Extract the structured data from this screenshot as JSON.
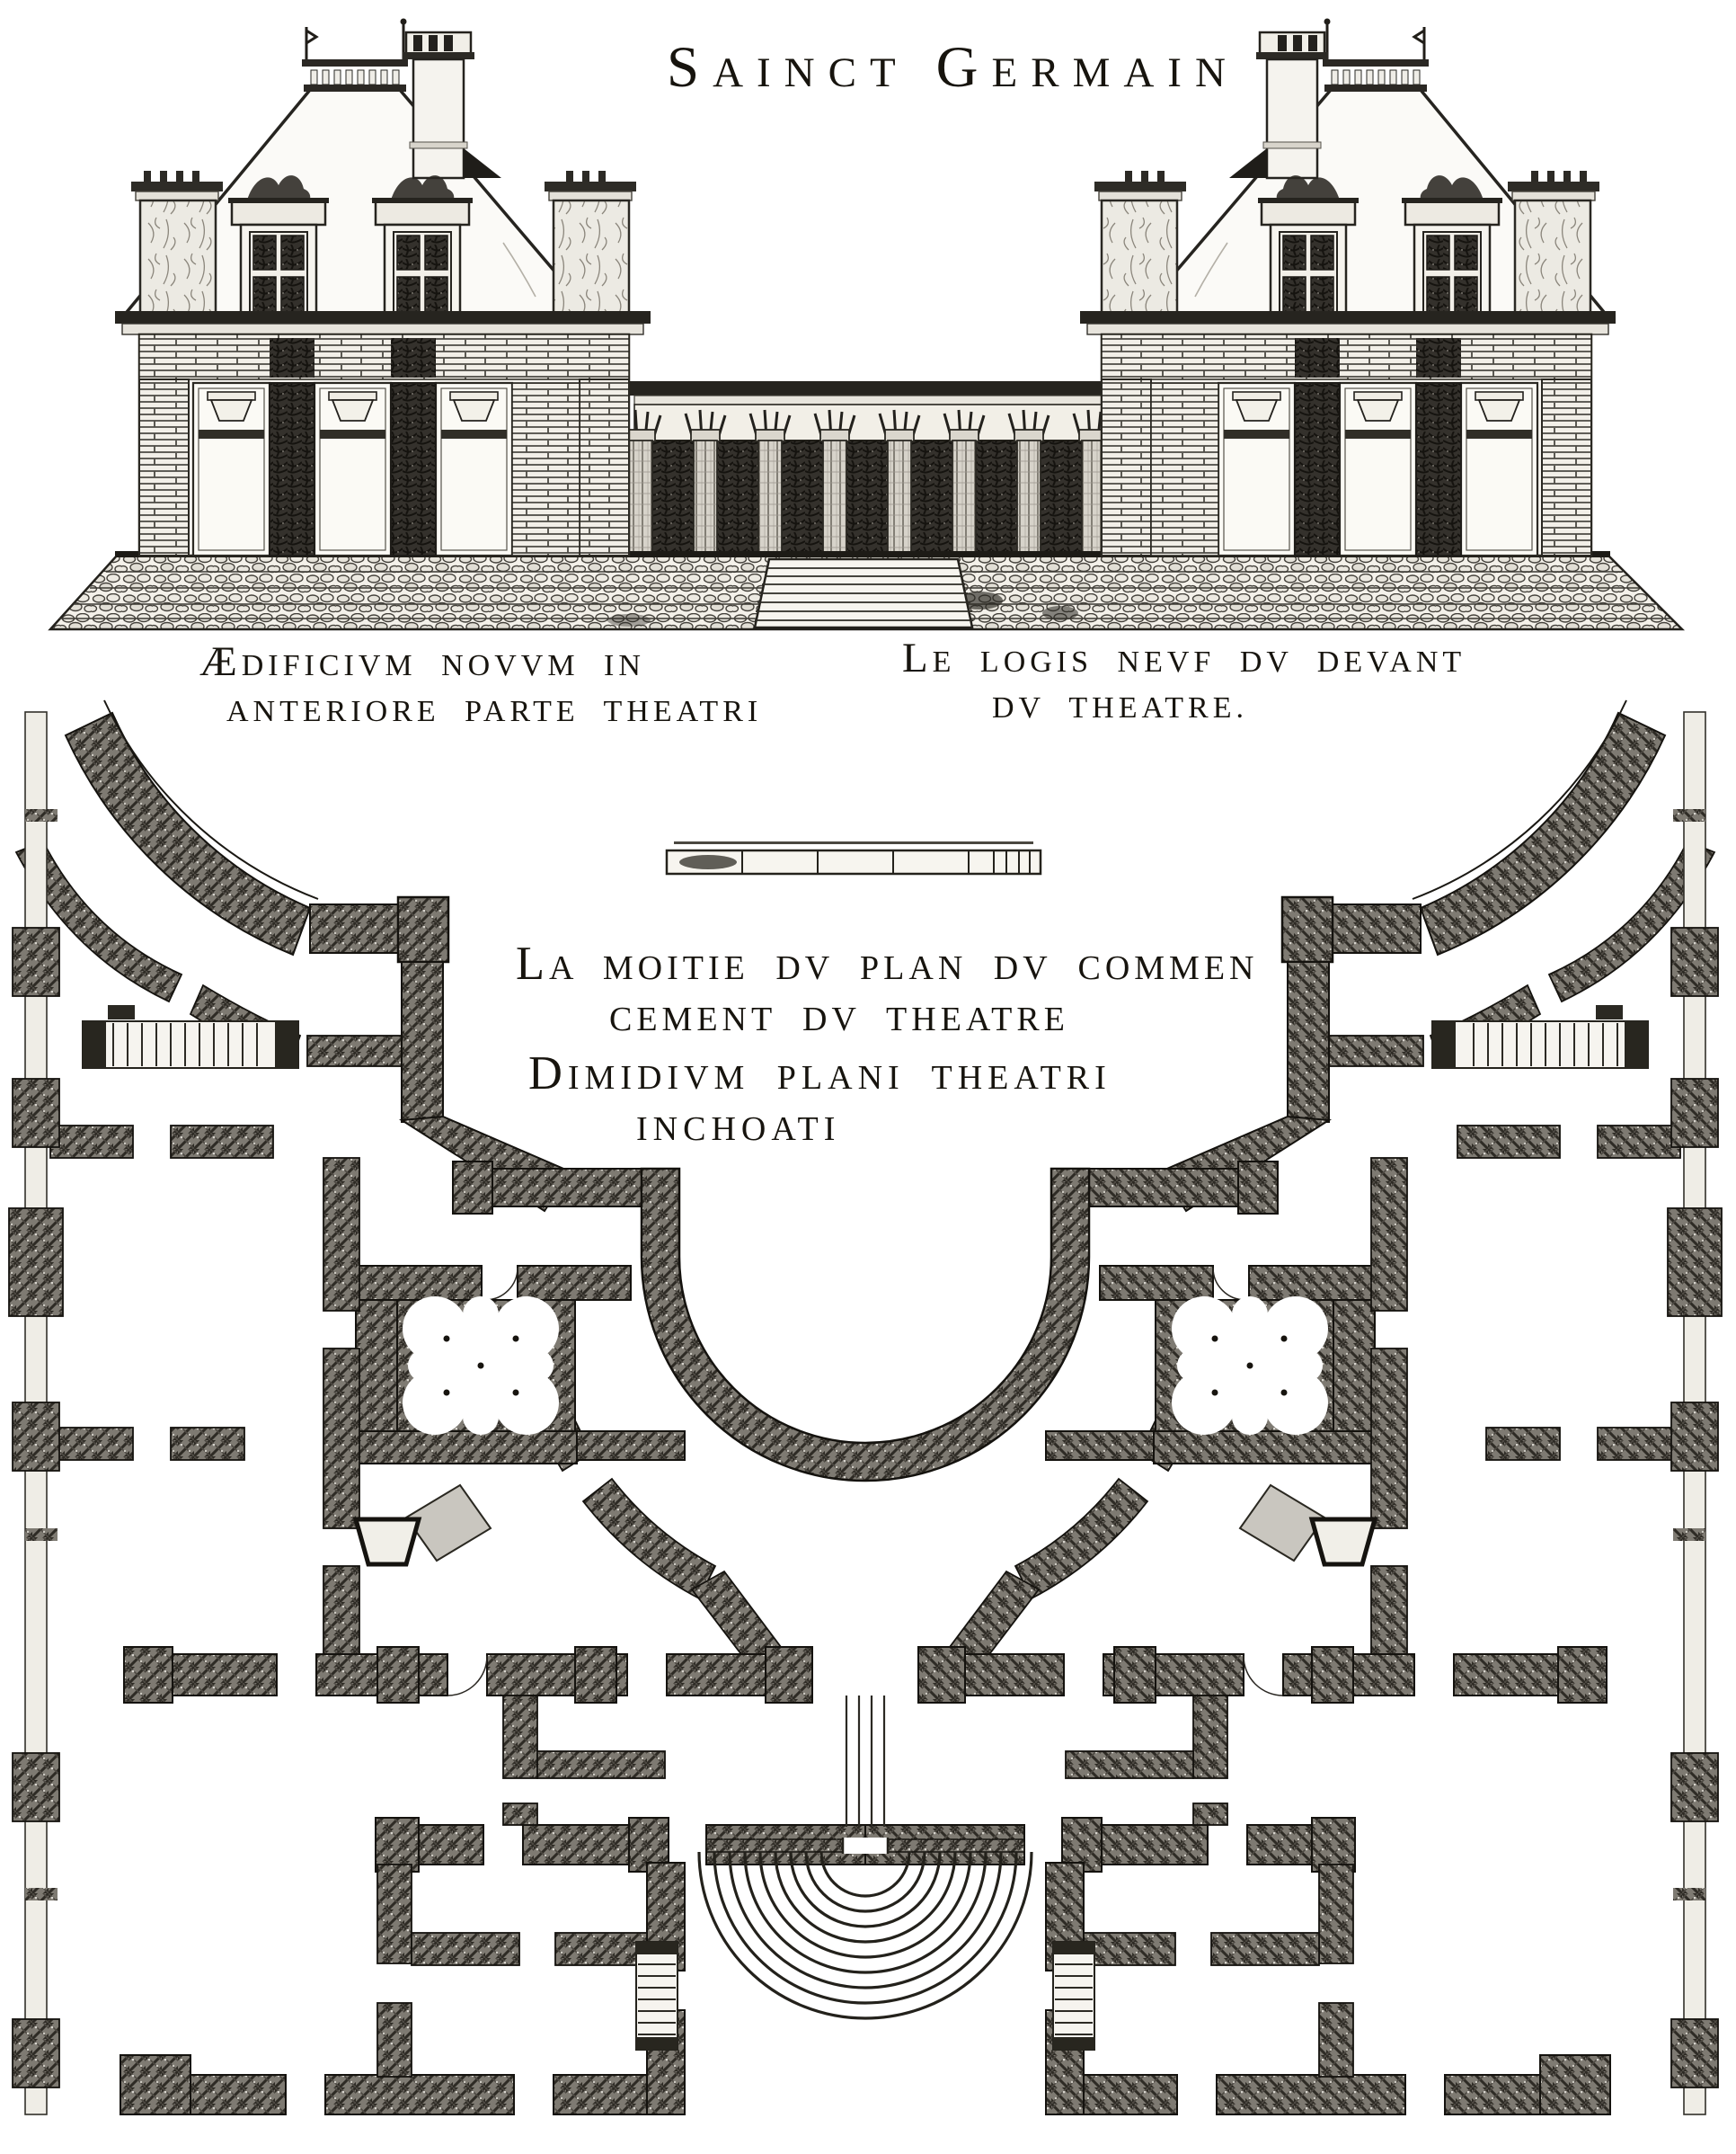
{
  "plate": {
    "title_word1": "SAINCT",
    "title_word2": "GERMAIN",
    "elevation_caption_latin": {
      "line1": "ÆDIFICIVM NOVVM IN",
      "line2": "ANTERIORE PARTE THEATRI"
    },
    "elevation_caption_french": {
      "line1": "LE LOGIS NEVF DV DEVANT",
      "line2": "DV THEATRE."
    },
    "plan_caption_french": {
      "line1": "LA MOITIE DV PLAN DV COMMEN",
      "line2": "CEMENT DV THEATRE"
    },
    "plan_caption_latin": {
      "line1": "DIMIDIVM PLANI THEATRI",
      "line2": "INCHOATI"
    },
    "colors": {
      "ink": "#1b1813",
      "paper": "#ffffff",
      "wall_texture": "#7e7a72"
    }
  }
}
